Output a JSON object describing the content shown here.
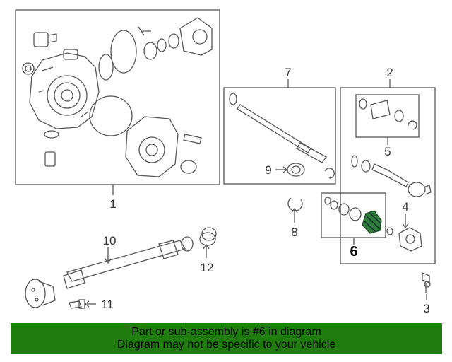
{
  "callouts": {
    "c1": "1",
    "c2": "2",
    "c3": "3",
    "c4": "4",
    "c5": "5",
    "c6": "6",
    "c7": "7",
    "c8": "8",
    "c9": "9",
    "c10": "10",
    "c11": "11",
    "c12": "12"
  },
  "banner": {
    "line1": "Part or sub-assembly is #6 in diagram",
    "line2": "Diagram may not be specific to your vehicle",
    "background": "#1e7d0d"
  },
  "colors": {
    "stroke": "#555555",
    "highlight_part": "#2f7d3a",
    "banner_text": "#000000"
  }
}
